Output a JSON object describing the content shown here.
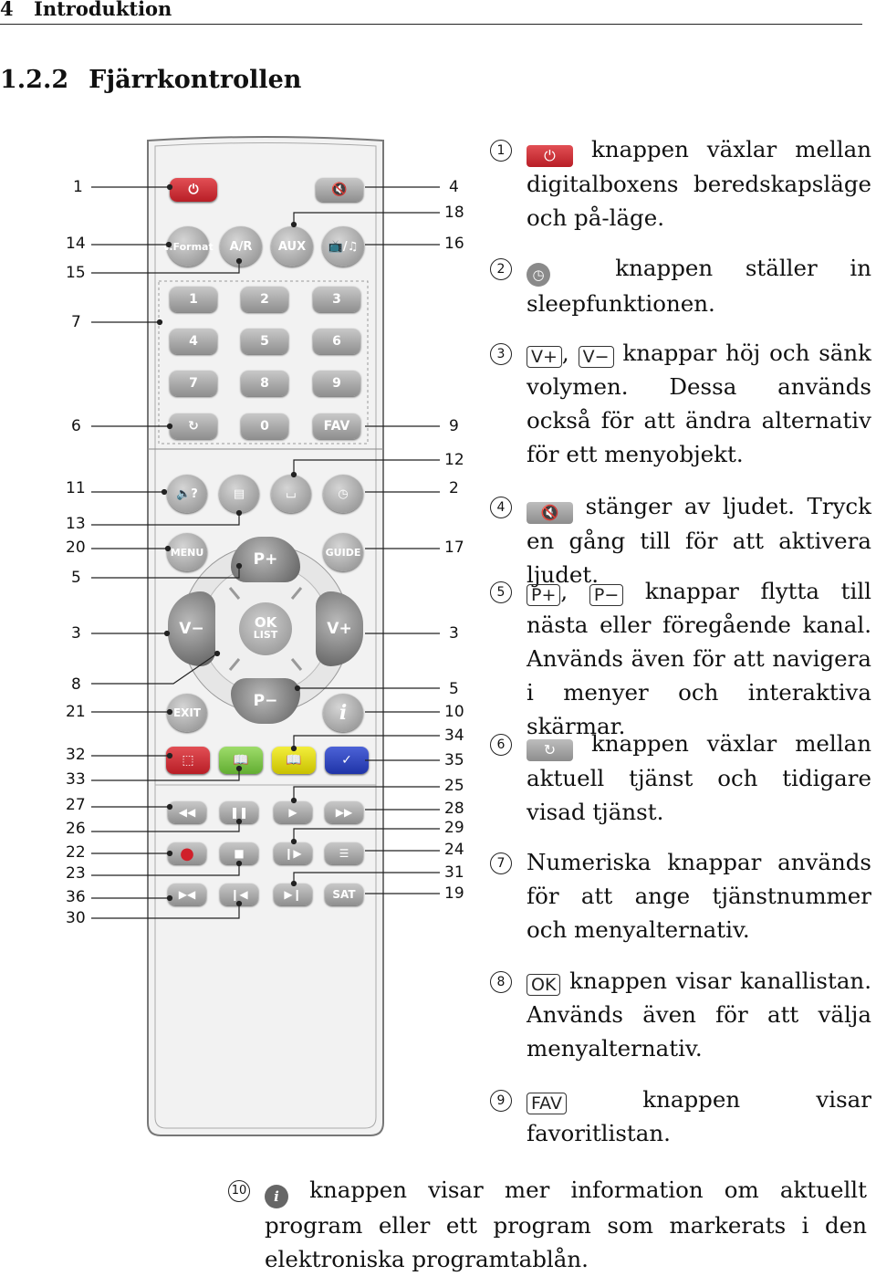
{
  "header": {
    "chapter_number": "4",
    "chapter_title": "Introduktion"
  },
  "section": {
    "number": "1.2.2",
    "title": "Fjärrkontrollen"
  },
  "remote": {
    "keys": {
      "vformat": "V.Format",
      "ar": "A/R",
      "aux": "AUX",
      "tv_radio": "📺/♫",
      "n1": "1",
      "n2": "2",
      "n3": "3",
      "n4": "4",
      "n5": "5",
      "n6": "6",
      "n7": "7",
      "n8": "8",
      "n9": "9",
      "n0": "0",
      "fav": "FAV",
      "audio": "🔈?",
      "text": "▤",
      "subtitle": "⌴",
      "sleep": "◷",
      "menu": "MENU",
      "guide": "GUIDE",
      "p_plus": "P+",
      "p_minus": "P−",
      "v_minus": "V−",
      "v_plus": "V+",
      "ok": "OK",
      "list": "LIST",
      "exit": "EXIT",
      "info": "i",
      "red": "⬚",
      "green": "📖",
      "yellow": "📖",
      "blue": "✓",
      "rew": "◀◀",
      "pause": "❚❚",
      "play": "▶",
      "ff": "▶▶",
      "rec": "●",
      "stop": "■",
      "slow": "❙▶",
      "list2": "☰",
      "tshift": "▶◀",
      "prev": "❙◀",
      "next": "▶❙",
      "sat": "SAT"
    },
    "left_callouts": [
      "1",
      "14",
      "15",
      "7",
      "6",
      "11",
      "13",
      "20",
      "5",
      "3",
      "8",
      "21",
      "32",
      "33",
      "27",
      "26",
      "22",
      "23",
      "36",
      "30"
    ],
    "right_callouts": [
      "4",
      "18",
      "16",
      "9",
      "12",
      "2",
      "17",
      "3",
      "5",
      "10",
      "34",
      "35",
      "25",
      "28",
      "29",
      "24",
      "31",
      "19"
    ]
  },
  "items": [
    {
      "num": "1",
      "key": "⏻",
      "text": "knappen växlar mellan digitalboxens beredskapsläge och på-läge."
    },
    {
      "num": "2",
      "key": "◷",
      "text": "knappen ställer in sleepfunktionen."
    },
    {
      "num": "3",
      "key1": "V+",
      "sep": ",",
      "key2": "V−",
      "text": "knappar höj och sänk volymen. Dessa används också för att ändra alternativ för ett menyobjekt."
    },
    {
      "num": "4",
      "key": "🔇",
      "text": "stänger av ljudet. Tryck en gång till för att aktivera ljudet."
    },
    {
      "num": "5",
      "key1": "P+",
      "sep": ",",
      "key2": "P−",
      "text": "knappar flytta till nästa eller föregående kanal. Används även för att navigera i menyer och interaktiva skärmar."
    },
    {
      "num": "6",
      "key": "↻",
      "text": "knappen växlar mellan aktuell tjänst och tidigare visad tjänst."
    },
    {
      "num": "7",
      "text": "Numeriska knappar används för att ange tjänstnummer och menyalternativ."
    },
    {
      "num": "8",
      "key": "OK",
      "text": "knappen visar kanallistan. Används även för att välja menyalternativ."
    },
    {
      "num": "9",
      "key": "FAV",
      "text": "knappen visar favoritlistan."
    },
    {
      "num": "10",
      "key": "i",
      "text": "knappen visar mer information om aktuellt program eller ett program som markerats i den elektroniska programtablån."
    }
  ]
}
